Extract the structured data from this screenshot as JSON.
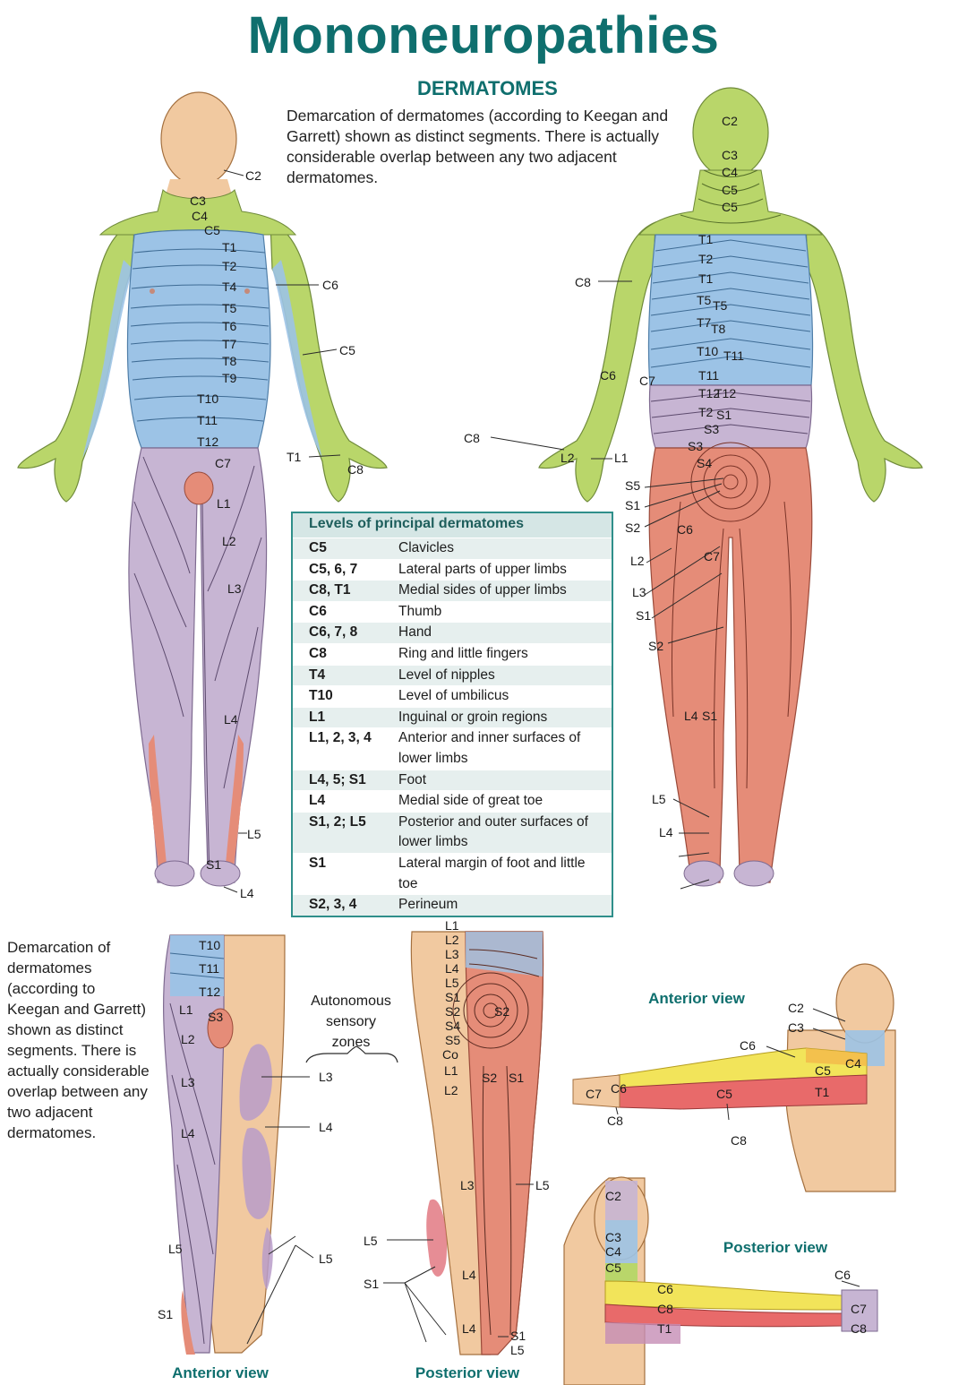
{
  "title": "Mononeuropathies",
  "subtitle": "DERMATOMES",
  "intro": "Demarcation of dermatomes (according to Keegan and Garrett) shown as distinct segments. There is actually considerable overlap between any two adjacent dermatomes.",
  "side_text": "Demarcation of dermatomes (according to Keegan and Garrett) shown as distinct segments. There is actually considerable overlap between any two adjacent dermatomes.",
  "colors": {
    "title": "#0f6f6e",
    "cervical": "#b9d66a",
    "thoracic": "#9cc3e6",
    "lumbar": "#c7b5d3",
    "sacral": "#e58c78",
    "skin": "#f1c9a0"
  },
  "table": {
    "header": "Levels of principal dermatomes",
    "rows": [
      {
        "level": "C5",
        "region": "Clavicles"
      },
      {
        "level": "C5, 6, 7",
        "region": "Lateral parts of upper limbs"
      },
      {
        "level": "C8, T1",
        "region": "Medial sides of upper limbs"
      },
      {
        "level": "C6",
        "region": "Thumb"
      },
      {
        "level": "C6, 7, 8",
        "region": "Hand"
      },
      {
        "level": "C8",
        "region": "Ring and little fingers"
      },
      {
        "level": "T4",
        "region": "Level of nipples"
      },
      {
        "level": "T10",
        "region": "Level of umbilicus"
      },
      {
        "level": "L1",
        "region": "Inguinal or groin regions"
      },
      {
        "level": "L1, 2, 3, 4",
        "region": "Anterior and inner surfaces of lower limbs"
      },
      {
        "level": "L4, 5; S1",
        "region": "Foot"
      },
      {
        "level": "L4",
        "region": "Medial side of great toe"
      },
      {
        "level": "S1, 2; L5",
        "region": "Posterior and outer surfaces of lower limbs"
      },
      {
        "level": "S1",
        "region": "Lateral margin of foot and little toe"
      },
      {
        "level": "S2, 3, 4",
        "region": "Perineum"
      }
    ]
  },
  "labels": {
    "front_body": [
      "C2",
      "C3",
      "C4",
      "C5",
      "T1",
      "T2",
      "T4",
      "T5",
      "T6",
      "T7",
      "T8",
      "T9",
      "T10",
      "T11",
      "T12",
      "C6",
      "C5",
      "T1",
      "C8",
      "C7",
      "L1",
      "L2",
      "L3",
      "L4",
      "L5",
      "S1",
      "L4",
      "L4"
    ],
    "back_body": [
      "C2",
      "C3",
      "C4",
      "C5",
      "C5",
      "T1",
      "T2",
      "T1",
      "T5",
      "T5",
      "T7",
      "T8",
      "T10",
      "T11",
      "T11",
      "T12",
      "T12",
      "T2",
      "S1",
      "S3",
      "S3",
      "S4",
      "S5",
      "S1",
      "S2",
      "C6",
      "C7",
      "C8",
      "C6",
      "C7",
      "C8",
      "L2",
      "L1",
      "L2",
      "L3",
      "S1",
      "S2",
      "L4",
      "S1",
      "L5",
      "L4"
    ],
    "leg_anterior": [
      "T10",
      "T11",
      "T12",
      "L1",
      "S3",
      "L2",
      "L3",
      "L4",
      "L5",
      "S1",
      "L3",
      "L4",
      "L5"
    ],
    "leg_posterior": [
      "L1",
      "L2",
      "L3",
      "L4",
      "L5",
      "S1",
      "S2",
      "S4",
      "S5",
      "Co",
      "S2",
      "L1",
      "S2",
      "S1",
      "L2",
      "L3",
      "L5",
      "L5",
      "S1",
      "L4",
      "L4",
      "S1",
      "L5"
    ],
    "arm_anterior": [
      "C2",
      "C3",
      "C6",
      "C4",
      "C5",
      "C5",
      "T1",
      "C7",
      "C6",
      "C8",
      "C8"
    ],
    "arm_posterior": [
      "C2",
      "C3",
      "C4",
      "C5",
      "C6",
      "C6",
      "C8",
      "T1",
      "C7",
      "C8"
    ]
  },
  "autonomous_zones": [
    "Autonomous",
    "sensory",
    "zones"
  ],
  "views": {
    "anterior": "Anterior view",
    "posterior": "Posterior view"
  }
}
